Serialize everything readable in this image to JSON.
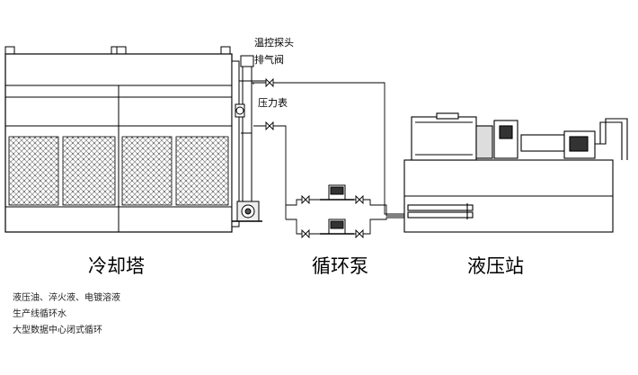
{
  "labels": {
    "cooling_tower": "冷却塔",
    "circulation_pump": "循环泵",
    "hydraulic_station": "液压站",
    "temp_probe": "温控探头",
    "vent_valve": "排气阀",
    "pressure_gauge": "压力表"
  },
  "notes": [
    "液压油、淬火液、电镀溶液",
    "生产线循环水",
    "大型数据中心闭式循环"
  ]
}
